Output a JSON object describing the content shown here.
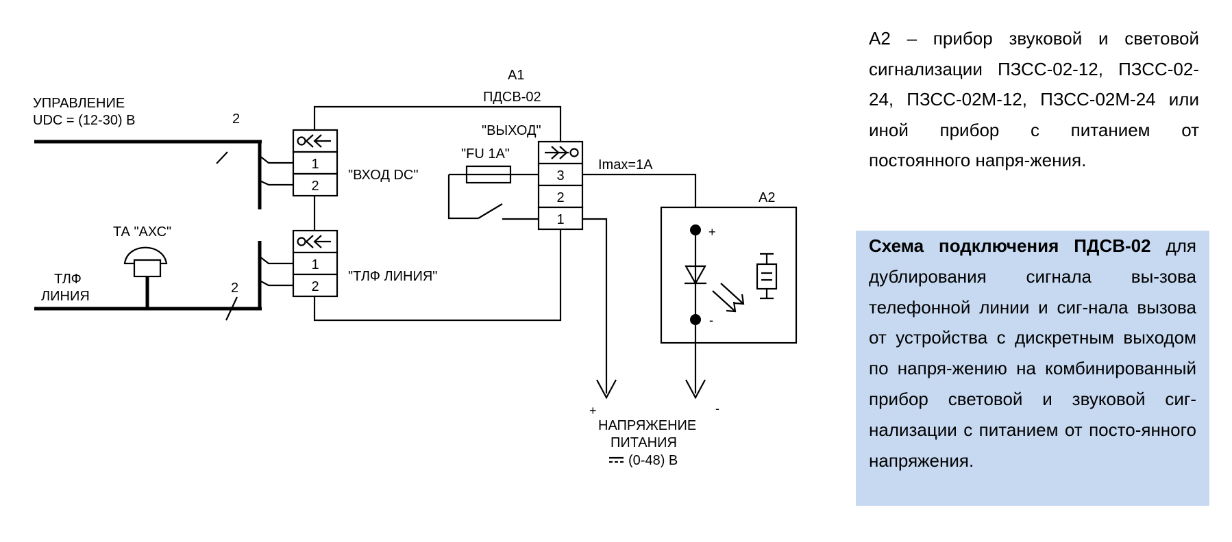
{
  "diagram": {
    "control_label": "УПРАВЛЕНИЕ",
    "control_voltage": "UDC = (12-30) В",
    "wire_count_top": "2",
    "wire_count_bottom": "2",
    "phone_label_line1": "ТЛФ",
    "phone_label_line2": "ЛИНИЯ",
    "phone_set_label": "ТА \"АХС\"",
    "a1_ref": "А1",
    "a1_model": "ПДСВ-02",
    "input_dc_label": "\"ВХОД DC\"",
    "phone_line_label": "\"ТЛФ ЛИНИЯ\"",
    "output_label": "\"ВЫХОД\"",
    "fuse_label": "\"FU 1A\"",
    "imax_label": "Imax=1A",
    "a2_ref": "А2",
    "plus": "+",
    "minus": "-",
    "pins": {
      "in1": "1",
      "in2": "2",
      "ph1": "1",
      "ph2": "2",
      "out3": "3",
      "out2": "2",
      "out1": "1"
    },
    "supply_line1": "НАПРЯЖЕНИЕ",
    "supply_line2": "ПИТАНИЯ",
    "supply_line3": "(0-48) В"
  },
  "note": {
    "a2_description": "А2 – прибор звуковой и световой сигнализации ПЗСС-02-12, ПЗСС-02-24, ПЗСС-02М-12, ПЗСС-02М-24 или иной прибор с питанием от постоянного напря-жения."
  },
  "caption": {
    "title": "Схема подключения ПДСВ-02",
    "text": "для дублирования сигнала вы-зова телефонной линии и сиг-нала вызова от устройства с дискретным выходом по напря-жению на комбинированный прибор световой и звуковой сиг-нализации с питанием от посто-янного напряжения."
  }
}
